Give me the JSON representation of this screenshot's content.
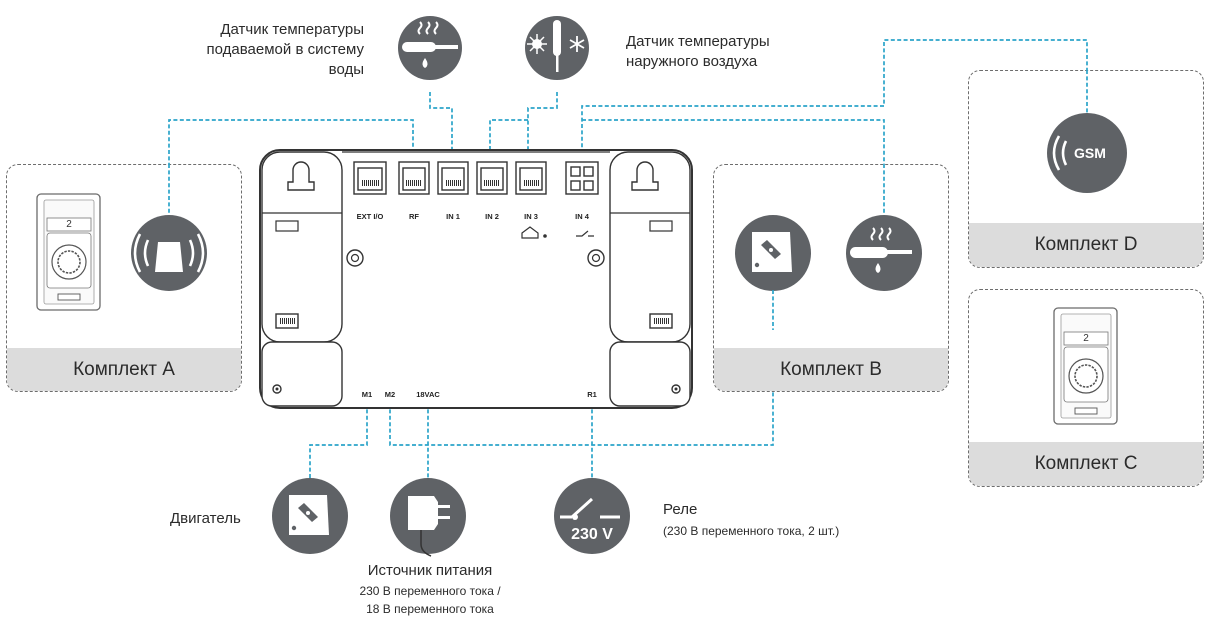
{
  "labels": {
    "supply_sensor": [
      "Датчик температуры",
      "подаваемой в систему",
      "воды"
    ],
    "outdoor_sensor": [
      "Датчик температуры",
      "наружного воздуха"
    ],
    "motor": "Двигатель",
    "power_title": "Источник питания",
    "power_sub": [
      "230 В переменного тока /",
      "18 В переменного тока"
    ],
    "relay_title": "Реле",
    "relay_sub": "(230 В переменного тока, 2 шт.)"
  },
  "kits": {
    "a": "Комплект A",
    "b": "Комплект B",
    "c": "Комплект C",
    "d": "Комплект D"
  },
  "ports": {
    "top": [
      "EXT I/O",
      "RF",
      "IN 1",
      "IN 2",
      "IN 3",
      "IN 4"
    ],
    "bottom": [
      "M1",
      "M2",
      "18VAC",
      "R1"
    ]
  },
  "icons": {
    "gsm_text": "GSM",
    "voltage_text": "230 V",
    "thermostat_display": "2"
  },
  "colors": {
    "wire": "#2ba4c9",
    "icon_circle": "#5f6266",
    "kit_bar": "#dcdcdc"
  }
}
